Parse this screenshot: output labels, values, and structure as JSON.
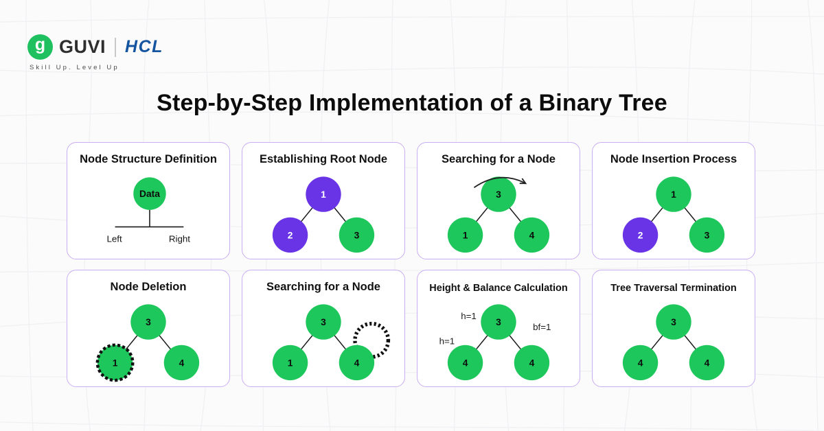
{
  "page": {
    "title": "Step-by-Step Implementation of a Binary Tree",
    "background": "#fbfbfc"
  },
  "brand": {
    "guvi": "GUVI",
    "hcl": "HCL",
    "tagline": "Skill Up. Level Up",
    "icon_letter": "g",
    "colors": {
      "guvi_green": "#1fc05f",
      "hcl_blue": "#15549f"
    }
  },
  "colors": {
    "node_green": "#1ec75b",
    "node_purple": "#6933e6",
    "card_border": "#c9aef2",
    "edge": "#1a1a1a"
  },
  "cards": [
    {
      "title": "Node Structure Definition",
      "type": "structure",
      "root": {
        "label": "Data",
        "color": "green"
      },
      "branch_labels": {
        "left": "Left",
        "right": "Right"
      }
    },
    {
      "title": "Establishing Root Node",
      "type": "tree",
      "nodes": {
        "root": {
          "label": "1",
          "color": "purple"
        },
        "left": {
          "label": "2",
          "color": "purple"
        },
        "right": {
          "label": "3",
          "color": "green"
        }
      }
    },
    {
      "title": "Searching for a Node",
      "type": "tree",
      "extras": {
        "arc_arrow": true
      },
      "nodes": {
        "root": {
          "label": "3",
          "color": "green"
        },
        "left": {
          "label": "1",
          "color": "green"
        },
        "right": {
          "label": "4",
          "color": "green"
        }
      }
    },
    {
      "title": "Node Insertion Process",
      "type": "tree",
      "nodes": {
        "root": {
          "label": "1",
          "color": "green"
        },
        "left": {
          "label": "2",
          "color": "purple"
        },
        "right": {
          "label": "3",
          "color": "green"
        }
      }
    },
    {
      "title": "Node Deletion",
      "type": "tree",
      "nodes": {
        "root": {
          "label": "3",
          "color": "green"
        },
        "left": {
          "label": "1",
          "color": "green",
          "dashed": true
        },
        "right": {
          "label": "4",
          "color": "green"
        }
      }
    },
    {
      "title": "Searching for a Node",
      "type": "tree",
      "extras": {
        "dotted_circle": true
      },
      "nodes": {
        "root": {
          "label": "3",
          "color": "green"
        },
        "left": {
          "label": "1",
          "color": "green"
        },
        "right": {
          "label": "4",
          "color": "green"
        }
      }
    },
    {
      "title": "Height & Balance Calculation",
      "type": "tree",
      "small_title": true,
      "annotations": [
        {
          "text": "h=1",
          "pos": "root-left"
        },
        {
          "text": "bf=1",
          "pos": "root-right"
        },
        {
          "text": "h=1",
          "pos": "left-child"
        }
      ],
      "nodes": {
        "root": {
          "label": "3",
          "color": "green"
        },
        "left": {
          "label": "4",
          "color": "green"
        },
        "right": {
          "label": "4",
          "color": "green"
        }
      }
    },
    {
      "title": "Tree Traversal Termination",
      "type": "tree",
      "small_title": true,
      "nodes": {
        "root": {
          "label": "3",
          "color": "green"
        },
        "left": {
          "label": "4",
          "color": "green"
        },
        "right": {
          "label": "4",
          "color": "green"
        }
      }
    }
  ]
}
